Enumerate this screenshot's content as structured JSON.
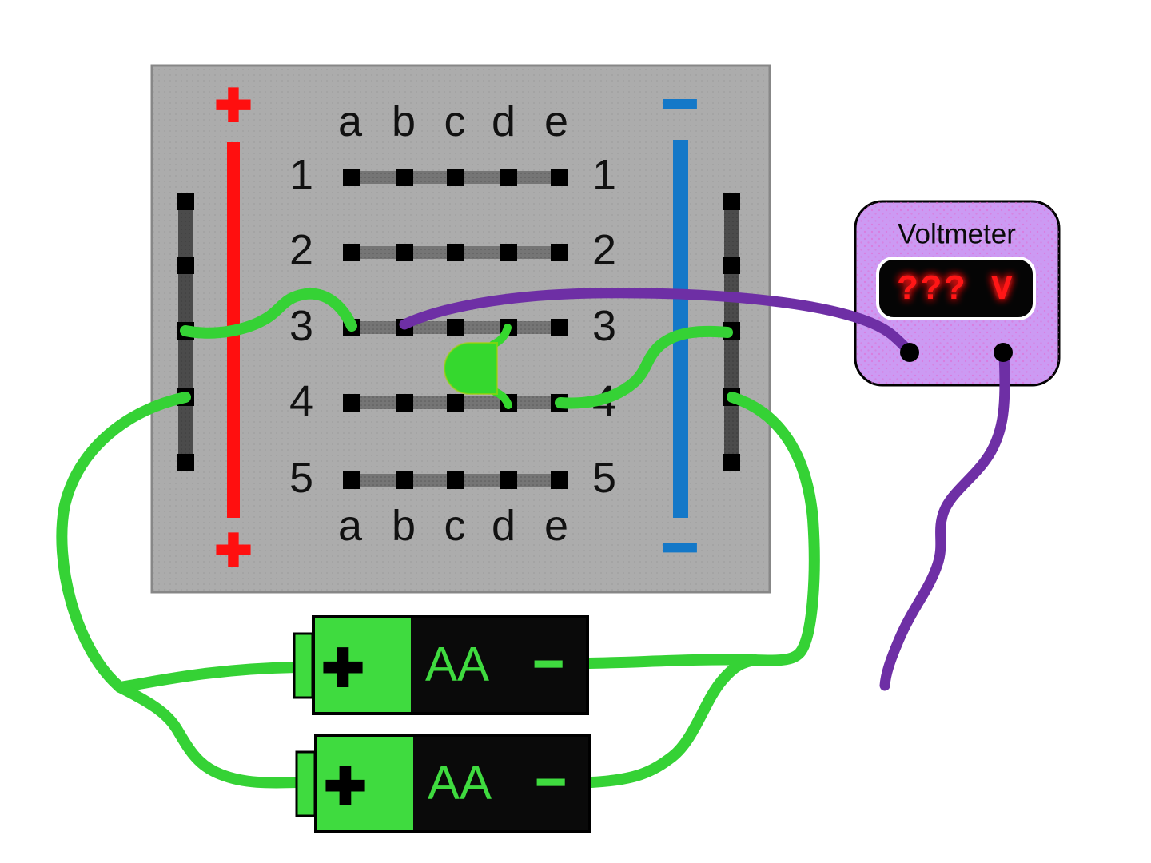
{
  "board": {
    "column_labels": [
      "a",
      "b",
      "c",
      "d",
      "e"
    ],
    "row_labels": [
      "1",
      "2",
      "3",
      "4",
      "5"
    ],
    "positive_marker": "+",
    "negative_marker": "−",
    "colors": {
      "board": "#acacac",
      "positive_rail": "#ff0f0f",
      "negative_rail": "#1478c8",
      "bus_strip": "#4b4b4b",
      "row_strip": "#757575",
      "pin": "#000000"
    }
  },
  "led": {
    "color": "#35d82e"
  },
  "wires": {
    "battery_wire_color": "#35d235",
    "probe_wire_color": "#6e2fa5"
  },
  "voltmeter": {
    "title": "Voltmeter",
    "display_value": "??? V",
    "body_color": "#cc9af3",
    "display_text_color": "#ff1414"
  },
  "batteries": [
    {
      "type_label": "AA",
      "positive_label": "+",
      "negative_label": "−",
      "color": "#3fdb3f"
    },
    {
      "type_label": "AA",
      "positive_label": "+",
      "negative_label": "−",
      "color": "#3fdb3f"
    }
  ]
}
